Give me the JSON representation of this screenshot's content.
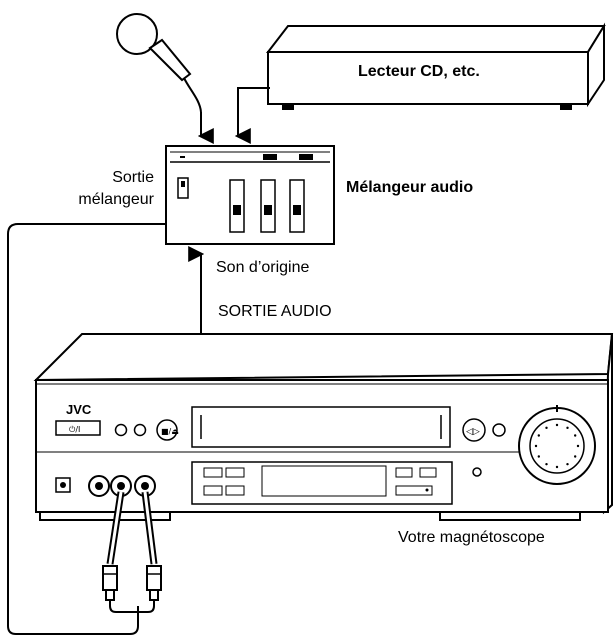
{
  "labels": {
    "cd_player": "Lecteur CD, etc.",
    "mixer": "Mélangeur audio",
    "mixer_output_line1": "Sortie",
    "mixer_output_line2": "mélangeur",
    "original_sound": "Son d’origine",
    "audio_out": "SORTIE AUDIO",
    "vcr": "Votre magnétoscope",
    "brand": "JVC",
    "power_button": "⏻/I"
  }
}
